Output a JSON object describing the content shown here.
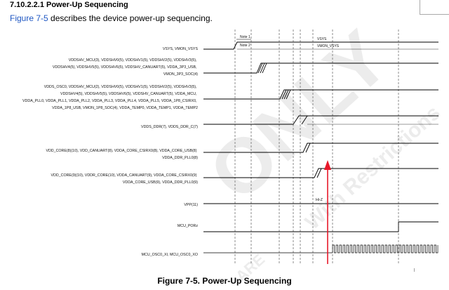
{
  "section_heading": "7.10.2.2.1 Power-Up Sequencing",
  "intro": {
    "link_text": "Figure 7-5",
    "rest": " describes the device power-up sequencing."
  },
  "caption": "Figure 7-5. Power-Up Sequencing",
  "notes": {
    "note1": "Note 1",
    "note2": "Note 2"
  },
  "rail_labels": {
    "vsys": "VSYS",
    "vmon_vsys": "VMON_VSYS",
    "hiz": "Hi-Z"
  },
  "signals": [
    {
      "id": "vsys",
      "lines": [
        "VSYS, VMON_VSYS"
      ]
    },
    {
      "id": "vddshv_mcu",
      "lines": [
        "VDDSHV_MCU(3), VDDSHV0(5), VDDSHV1(5), VDDSHV2(5), VDDSHV3(5),",
        "VDDSHV4(5), VDDSHV5(5), VDDSHV6(5), VDDSHV_CANUART(5), VDDA_3P3_USB,",
        "VMON_3P3_SOC(4)"
      ]
    },
    {
      "id": "vdds_osc0",
      "lines": [
        "VDDS_OSC0, VDDSHV_MCU(2), VDDSHV0(5), VDDSHV1(5), VDDSHV2(5), VDDSHV3(5),",
        "VDDSHV4(5), VDDSHV5(5), VDDSHV6(5), VDDSHV_CANUART(5), VDDA_MCU,",
        "VDDA_PLL0, VDDA_PLL1, VDDA_PLL2, VDDA_PLL3, VDDA_PLL4, VDDA_PLL5, VDDA_1P8_CSIRX0,",
        "VDDA_1P8_USB, VMON_1P8_SOC(4), VDDA_TEMP0, VDDA_TEMP1, VDDA_TEMP2"
      ]
    },
    {
      "id": "vdds_ddr",
      "lines": [
        "VDDS_DDR(7), VDDS_DDR_C(7)"
      ]
    },
    {
      "id": "vdd_core",
      "lines": [
        "VDD_CORE(8)(10), VDD_CANUART(8), VDDA_CORE_CSIRX0(8), VDDA_CORE_USB(8)",
        "VDDA_DDR_PLL0(8)"
      ]
    },
    {
      "id": "vdd_core2",
      "lines": [
        "VDD_CORE(9)(10), VDDR_CORE(10), VDDA_CANUART(9), VDDA_CORE_CSIRX0(9)",
        "VDDA_CORE_USB(9), VDDA_DDR_PLL0(9)"
      ]
    },
    {
      "id": "vpp",
      "lines": [
        "VPP(11)"
      ]
    },
    {
      "id": "mcu_porz",
      "lines": [
        "MCU_PORz"
      ]
    },
    {
      "id": "mcu_osc0",
      "lines": [
        "MCU_OSC0_XI, MCU_OSC0_XO"
      ]
    }
  ],
  "watermark": {
    "big": "ONLY",
    "small": "With Restrictions",
    "tiny": "ARE"
  },
  "colors": {
    "link": "#1f57c3",
    "arrow": "#e8182a",
    "wave": "#000000"
  }
}
